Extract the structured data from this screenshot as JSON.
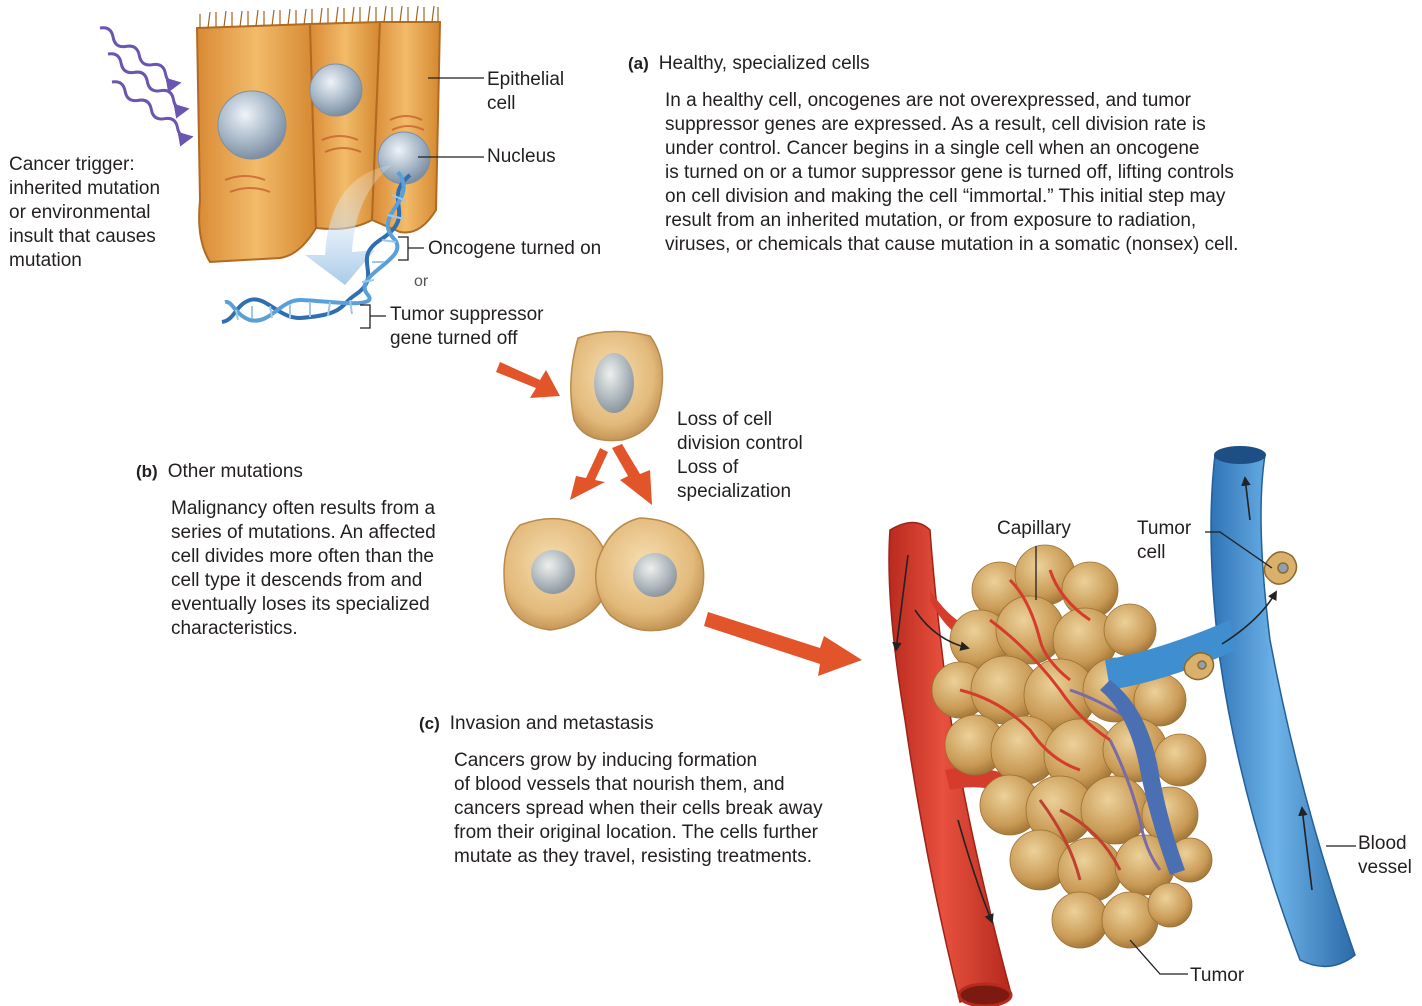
{
  "labels": {
    "epithelial": [
      "Epithelial",
      "cell"
    ],
    "nucleus": "Nucleus",
    "cancer_trigger": [
      "Cancer trigger:",
      "inherited mutation",
      "or environmental",
      "insult that causes",
      "mutation"
    ],
    "oncogene": "Oncogene turned on",
    "or": "or",
    "tumor_suppressor": [
      "Tumor suppressor",
      "gene turned off"
    ],
    "loss": [
      "Loss of cell",
      "division control",
      "Loss of",
      "specialization"
    ],
    "capillary": "Capillary",
    "tumor_cell": [
      "Tumor",
      "cell"
    ],
    "blood_vessel": [
      "Blood",
      "vessel"
    ],
    "tumor": "Tumor"
  },
  "sections": {
    "a": {
      "tag": "(a)",
      "title": "Healthy, specialized cells",
      "lines": [
        "In a healthy cell, oncogenes are not overexpressed, and tumor",
        "suppressor genes are expressed. As a result, cell division rate is",
        "under control. Cancer begins in a single cell when an oncogene",
        "is turned on or a tumor suppressor gene is turned off, lifting controls",
        "on cell division and making the cell “immortal.” This initial step may",
        "result from an inherited mutation, or from exposure to radiation,",
        "viruses, or chemicals that cause mutation in a somatic (nonsex) cell."
      ]
    },
    "b": {
      "tag": "(b)",
      "title": "Other mutations",
      "lines": [
        "Malignancy often results from a",
        "series of mutations. An affected",
        "cell divides more often than the",
        "cell type it descends from and",
        "eventually loses its specialized",
        "characteristics."
      ]
    },
    "c": {
      "tag": "(c)",
      "title": "Invasion and metastasis",
      "lines": [
        "Cancers grow by inducing formation",
        "of blood vessels that nourish them, and",
        "cancers spread when their cells break away",
        "from their original location. The cells further",
        "mutate as they travel, resisting treatments."
      ]
    }
  },
  "colors": {
    "cell_fill": "#e9a852",
    "cell_edge": "#b06a22",
    "nucleus": "#a9b9c9",
    "dna": "#3a7fc0",
    "radiation": "#6a55b0",
    "arrow": "#e2542a",
    "artery": "#d63c2c",
    "vein": "#3f8fd0",
    "tumor": "#c99a55"
  }
}
